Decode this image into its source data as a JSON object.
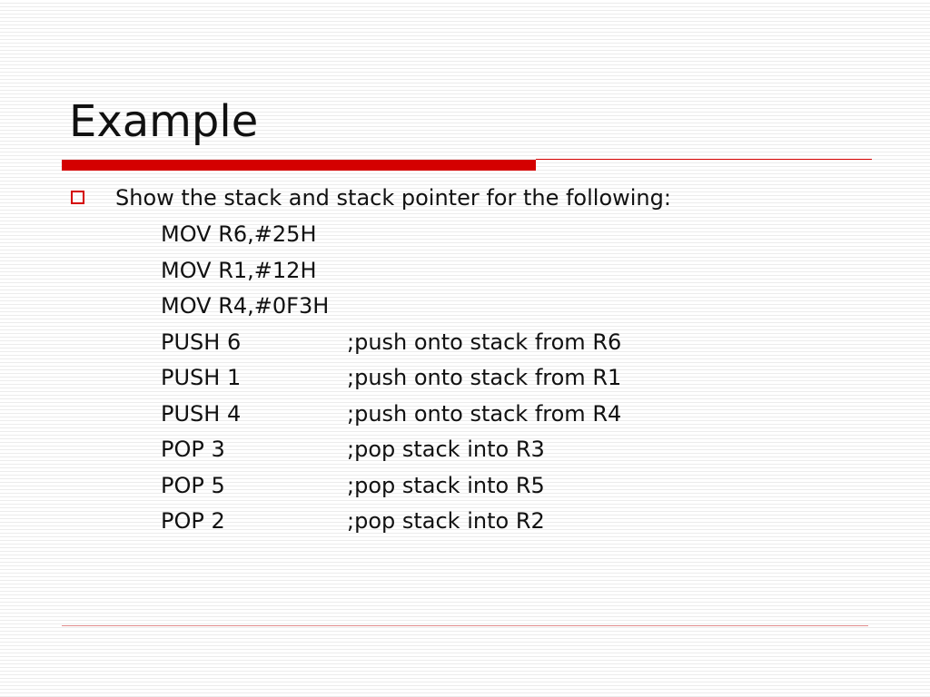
{
  "slide": {
    "title": "Example",
    "bullet": "Show the stack and stack pointer for the following:",
    "code_lines": [
      {
        "instr": "MOV  R6,#25H",
        "comment": ""
      },
      {
        "instr": "MOV  R1,#12H",
        "comment": ""
      },
      {
        "instr": "MOV  R4,#0F3H",
        "comment": ""
      },
      {
        "instr": "PUSH  6",
        "comment": ";push onto stack from R6"
      },
      {
        "instr": "PUSH  1",
        "comment": ";push onto stack from R1"
      },
      {
        "instr": "PUSH  4",
        "comment": ";push onto stack from R4"
      },
      {
        "instr": "POP  3",
        "comment": ";pop stack into R3"
      },
      {
        "instr": "POP  5",
        "comment": ";pop stack into R5"
      },
      {
        "instr": "POP  2",
        "comment": ";pop stack into R2"
      }
    ]
  },
  "colors": {
    "accent": "#d40000",
    "rule": "#e08a8a",
    "text": "#111111"
  },
  "icons": {
    "bullet": "hollow-square-bullet-icon"
  }
}
